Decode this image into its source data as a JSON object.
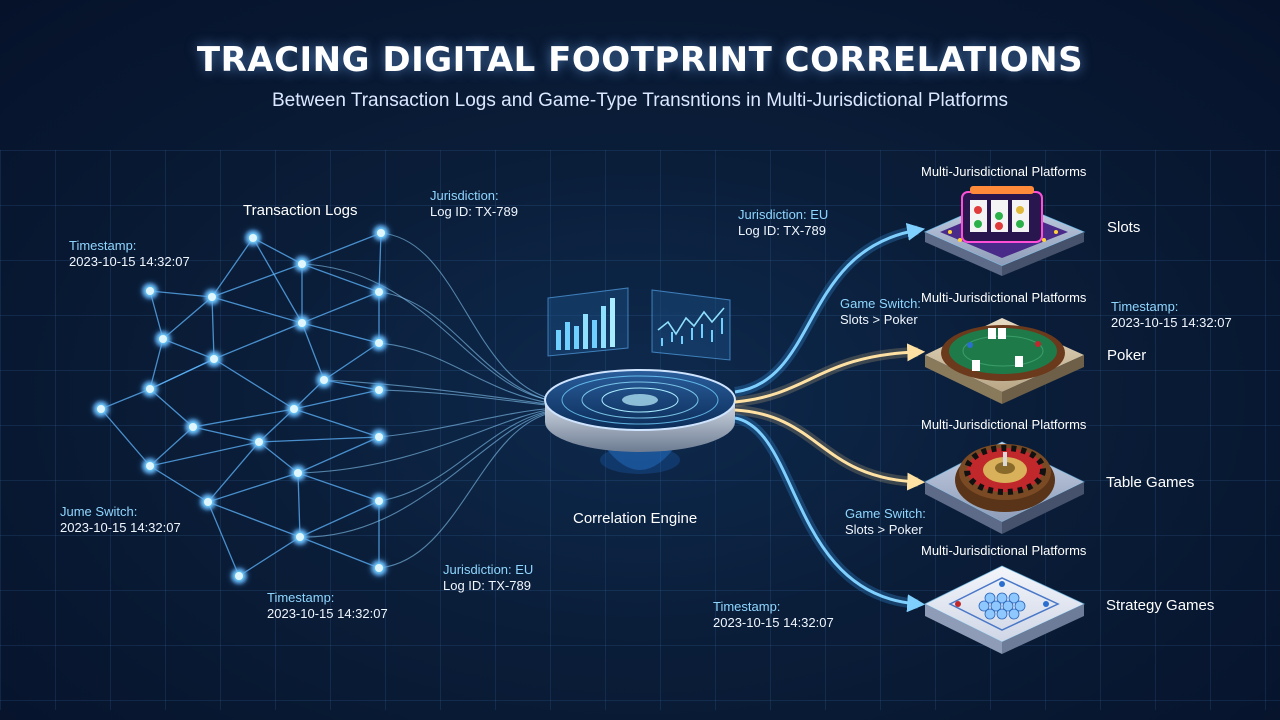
{
  "header": {
    "title": "TRACING DIGITAL FOOTPRINT CORRELATIONS",
    "subtitle": "Between Transaction Logs and Game-Type Transntions in Multi-Jurisdictional Platforms"
  },
  "network": {
    "label": "Transaction Logs"
  },
  "engine": {
    "label": "Correlation Engine"
  },
  "annotations": {
    "ts_top_left": {
      "key": "Timestamp:",
      "value": "2023-10-15 14:32:07"
    },
    "jur_top_left": {
      "key": "Jurisdiction:",
      "value": "Log ID: TX-789"
    },
    "switch_left": {
      "key": "Jume Switch:",
      "value": "2023-10-15 14:32:07"
    },
    "ts_bottom_left": {
      "key": "Timestamp:",
      "value": "2023-10-15 14:32:07"
    },
    "jur_bottom_left": {
      "key": "Jurisdiction: EU",
      "value": "Log ID: TX-789"
    },
    "jur_top_right": {
      "key": "Jurisdiction: EU",
      "value": "Log ID: TX-789"
    },
    "switch_right_1": {
      "key": "Game Switch:",
      "value": "Slots > Poker"
    },
    "ts_right": {
      "key": "Timestamp:",
      "value": "2023-10-15 14:32:07"
    },
    "switch_right_2": {
      "key": "Game Switch:",
      "value": "Slots > Poker"
    },
    "ts_bottom_right": {
      "key": "Timestamp:",
      "value": "2023-10-15 14:32:07"
    }
  },
  "platforms": [
    {
      "header": "Multi-Jurisdictional Platforms",
      "game": "Slots"
    },
    {
      "header": "Multi-Jurisdictional Platforms",
      "game": "Poker"
    },
    {
      "header": "Multi-Jurisdictional Platforms",
      "game": "Table Games"
    },
    {
      "header": "Multi-Jurisdictional Platforms",
      "game": "Strategy Games"
    }
  ],
  "colors": {
    "node": "#4fc3ff",
    "flow_blue": "#3aa8ff",
    "flow_gold": "#ffd98a",
    "poker_felt": "#1f7a4a",
    "roulette_red": "#c0282c"
  }
}
